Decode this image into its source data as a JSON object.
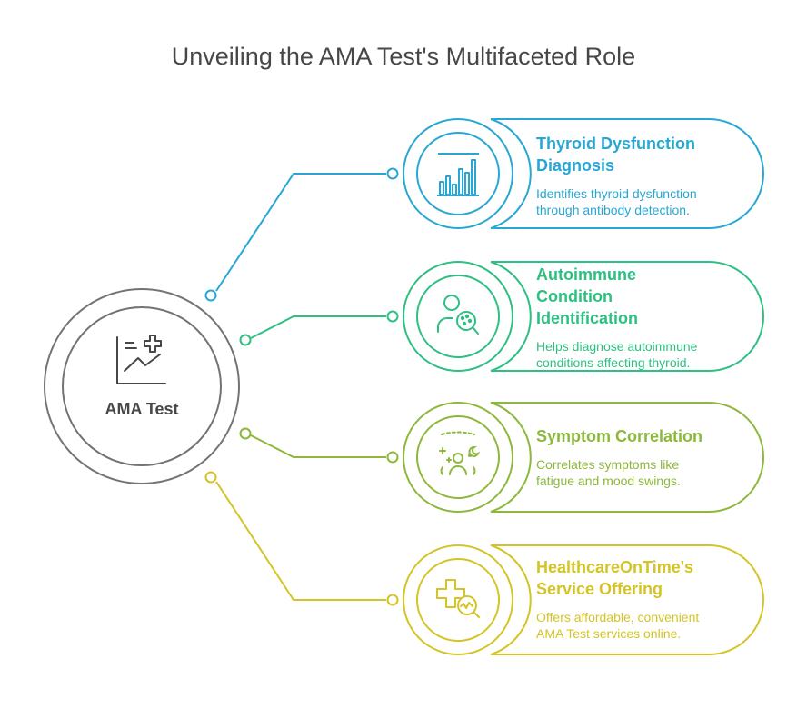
{
  "title": "Unveiling the AMA Test's Multifaceted Role",
  "center": {
    "label": "AMA Test",
    "icon": "chart-medical-cross-icon",
    "color": "#737373"
  },
  "items": [
    {
      "heading_lines": [
        "Thyroid Dysfunction",
        "Diagnosis"
      ],
      "desc_lines": [
        "Identifies thyroid dysfunction",
        "through antibody detection."
      ],
      "icon": "bar-chart-icon",
      "color": "#28a7d4"
    },
    {
      "heading_lines": [
        "Autoimmune",
        "Condition",
        "Identification"
      ],
      "desc_lines": [
        "Helps diagnose autoimmune",
        "conditions affecting thyroid."
      ],
      "icon": "person-virus-search-icon",
      "color": "#2ebf82"
    },
    {
      "heading_lines": [
        "Symptom Correlation"
      ],
      "desc_lines": [
        "Correlates symptoms like",
        "fatigue and mood swings."
      ],
      "icon": "person-sleep-symptoms-icon",
      "color": "#8db83b"
    },
    {
      "heading_lines": [
        "HealthcareOnTime's",
        "Service Offering"
      ],
      "desc_lines": [
        "Offers affordable, convenient",
        "AMA Test services online."
      ],
      "icon": "medical-cross-magnifier-icon",
      "color": "#d4c425"
    }
  ]
}
